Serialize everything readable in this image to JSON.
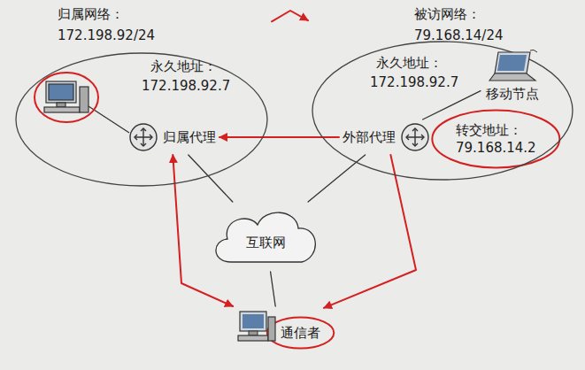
{
  "diagram": {
    "nodes": [
      {
        "text": [
          "归属网络：",
          "172.198.92/24"
        ]
      },
      {
        "text": [
          "归属代理"
        ],
        "in": 0
      },
      {
        "text": [
          "被访网络：",
          "79.168.14/24"
        ]
      },
      {
        "text": [
          "移动节点"
        ],
        "in": 2
      },
      {
        "text": [
          "外部代理"
        ],
        "in": 2
      },
      {
        "text": [
          "互联网"
        ]
      },
      {
        "text": [
          "通信者"
        ]
      }
    ],
    "edges": [
      {
        "from": 3,
        "to": 4,
        "arrow": "none"
      },
      {
        "from": 1,
        "to": 5,
        "arrow": "none"
      },
      {
        "from": 4,
        "to": 5,
        "arrow": "none"
      },
      {
        "from": 5,
        "to": 6,
        "arrow": "none"
      },
      {
        "from": 0,
        "to": 2,
        "arrow": "to"
      },
      {
        "from": 4,
        "to": 1,
        "arrow": "to"
      },
      {
        "from": 1,
        "to": 6,
        "arrow": "both"
      },
      {
        "from": 4,
        "to": 6,
        "arrow": "to"
      }
    ],
    "labels": [
      "永久地址：",
      "172.198.92.7",
      "永久地址：",
      "172.198.92.7",
      "转交地址：",
      "79.168.14.2"
    ]
  }
}
